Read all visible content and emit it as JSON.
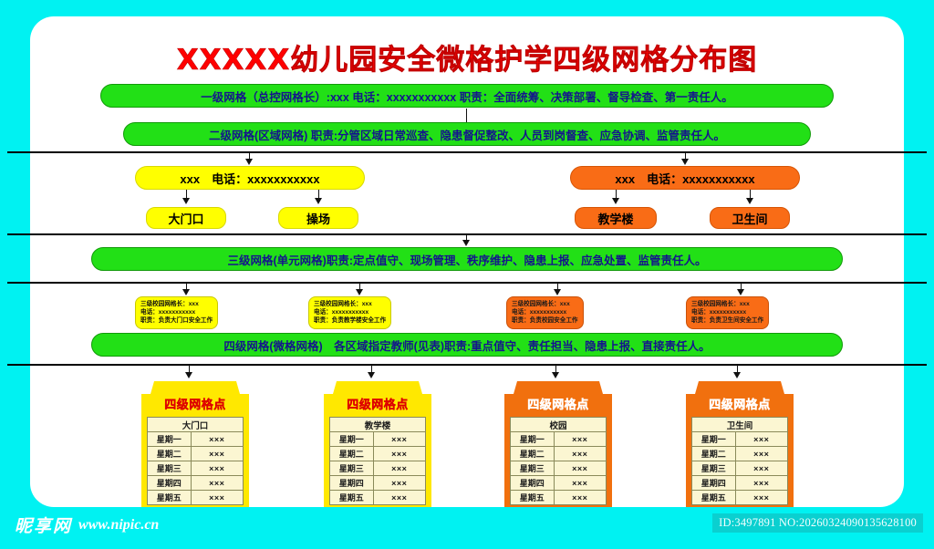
{
  "page": {
    "title": "XXXXX幼儿园安全微格护学四级网格分布图",
    "background_color": "#00f2f2",
    "board_color": "#ffffff",
    "title_color": "#ff0000"
  },
  "levels": {
    "level1": "一级网格（总控网格长）:xxx 电话：xxxxxxxxxxx  职责：全面统筹、决策部署、督导检查、第一责任人。",
    "level2": "二级网格(区域网格) 职责:分管区域日常巡查、隐患督促整改、人员到岗督查、应急协调、监管责任人。",
    "level3": "三级网格(单元网格)职责:定点值守、现场管理、秩序维护、隐患上报、应急处置、监管责任人。",
    "level4": "四级网格(微格网格)　各区域指定教师(见表)职责:重点值守、责任担当、隐患上报、直接责任人。"
  },
  "contacts": [
    {
      "text": "xxx　电话：xxxxxxxxxxx",
      "color": "#ffff00"
    },
    {
      "text": "xxx　电话：xxxxxxxxxxx",
      "color": "#f96c16"
    }
  ],
  "areas": [
    {
      "label": "大门口",
      "color": "#ffff00"
    },
    {
      "label": "操场",
      "color": "#ffff00"
    },
    {
      "label": "教学楼",
      "color": "#f96c16"
    },
    {
      "label": "卫生间",
      "color": "#f96c16"
    }
  ],
  "grid_leaders": [
    {
      "line1": "三级校园网格长：xxx",
      "line2": "电话：xxxxxxxxxxx",
      "line3": "职责：负责大门口安全工作",
      "color": "#ffff00"
    },
    {
      "line1": "三级校园网格长：xxx",
      "line2": "电话：xxxxxxxxxxx",
      "line3": "职责：负责教学楼安全工作",
      "color": "#ffff00"
    },
    {
      "line1": "三级校园网格长：xxx",
      "line2": "电话：xxxxxxxxxxx",
      "line3": "职责：负责校园安全工作",
      "color": "#f96c16"
    },
    {
      "line1": "三级校园网格长：xxx",
      "line2": "电话：xxxxxxxxxxx",
      "line3": "职责：负责卫生间安全工作",
      "color": "#f96c16"
    }
  ],
  "cards": [
    {
      "cap": "四级网格点",
      "place": "大门口",
      "color": "#ffe800",
      "rows": [
        {
          "day": "星期一",
          "val": "×××"
        },
        {
          "day": "星期二",
          "val": "×××"
        },
        {
          "day": "星期三",
          "val": "×××"
        },
        {
          "day": "星期四",
          "val": "×××"
        },
        {
          "day": "星期五",
          "val": "×××"
        }
      ]
    },
    {
      "cap": "四级网格点",
      "place": "教学楼",
      "color": "#ffe800",
      "rows": [
        {
          "day": "星期一",
          "val": "×××"
        },
        {
          "day": "星期二",
          "val": "×××"
        },
        {
          "day": "星期三",
          "val": "×××"
        },
        {
          "day": "星期四",
          "val": "×××"
        },
        {
          "day": "星期五",
          "val": "×××"
        }
      ]
    },
    {
      "cap": "四级网格点",
      "place": "校园",
      "color": "#f1700e",
      "rows": [
        {
          "day": "星期一",
          "val": "×××"
        },
        {
          "day": "星期二",
          "val": "×××"
        },
        {
          "day": "星期三",
          "val": "×××"
        },
        {
          "day": "星期四",
          "val": "×××"
        },
        {
          "day": "星期五",
          "val": "×××"
        }
      ]
    },
    {
      "cap": "四级网格点",
      "place": "卫生间",
      "color": "#f1700e",
      "rows": [
        {
          "day": "星期一",
          "val": "×××"
        },
        {
          "day": "星期二",
          "val": "×××"
        },
        {
          "day": "星期三",
          "val": "×××"
        },
        {
          "day": "星期四",
          "val": "×××"
        },
        {
          "day": "星期五",
          "val": "×××"
        }
      ]
    }
  ],
  "footer": {
    "logo_mark": "昵享网",
    "logo_url": "www.nipic.cn",
    "id_text": "ID:3497891 NO:20260324090135628100"
  }
}
